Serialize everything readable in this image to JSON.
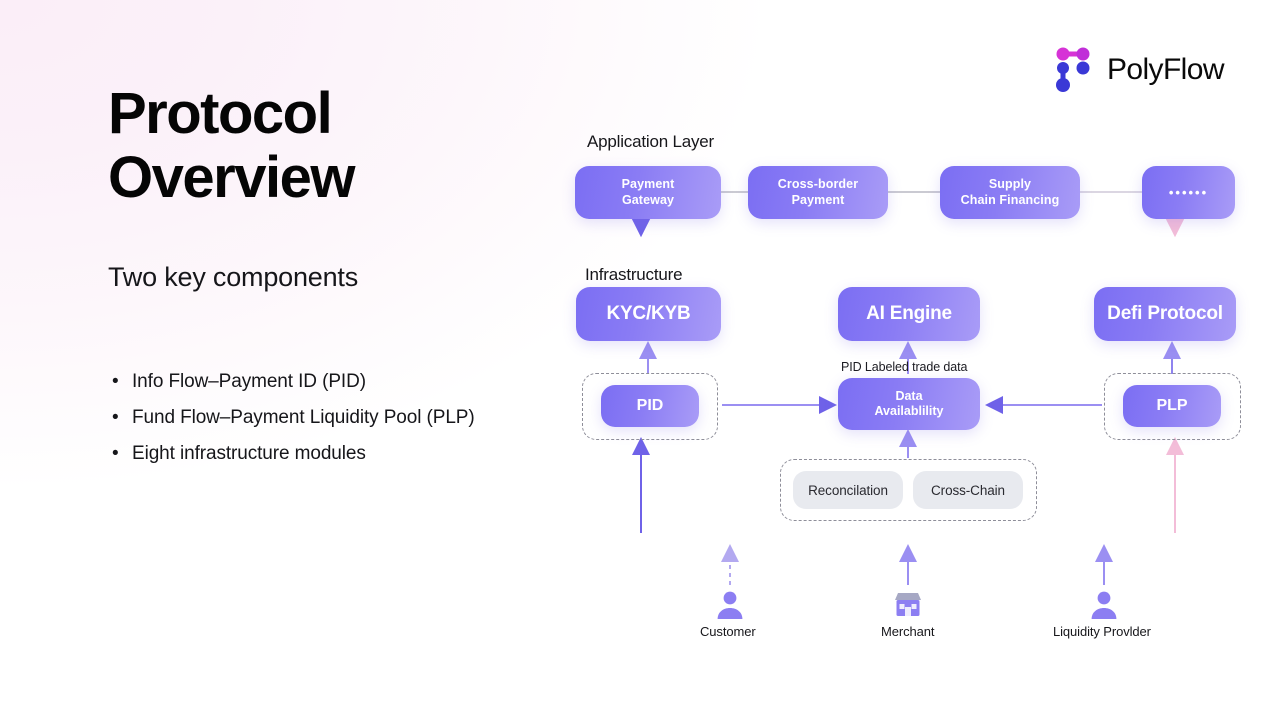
{
  "brand": {
    "name": "PolyFlow",
    "logo_icon": "polyflow-network-logo",
    "dot_top_color": "#d633d6",
    "dot_bottom_color": "#3a38d6"
  },
  "left": {
    "title": "Protocol Overview",
    "subtitle": "Two key components",
    "bullets": [
      "Info Flow–Payment ID (PID)",
      "Fund Flow–Payment Liquidity Pool (PLP)",
      "Eight infrastructure modules"
    ]
  },
  "diagram": {
    "layers": [
      {
        "name": "application-layer-label",
        "text": "Application Layer"
      },
      {
        "name": "infrastructure-label",
        "text": "Infrastructure"
      }
    ],
    "application_nodes": [
      {
        "id": "payment-gateway",
        "line1": "Payment",
        "line2": "Gateway"
      },
      {
        "id": "cross-border-payment",
        "line1": "Cross-border",
        "line2": "Payment"
      },
      {
        "id": "supply-chain-financing",
        "line1": "Supply",
        "line2": "Chain Financing"
      },
      {
        "id": "more-apps",
        "line1": "••••••",
        "line2": ""
      }
    ],
    "infrastructure_nodes": [
      {
        "id": "kyc-kyb",
        "label": "KYC/KYB"
      },
      {
        "id": "ai-engine",
        "label": "AI Engine"
      },
      {
        "id": "defi-protocol",
        "label": "Defi Protocol"
      }
    ],
    "core_nodes": [
      {
        "id": "pid",
        "label": "PID"
      },
      {
        "id": "data-availability",
        "line1": "Data",
        "line2": "Availablility"
      },
      {
        "id": "plp",
        "label": "PLP"
      }
    ],
    "module_chips": [
      {
        "id": "reconciliation",
        "label": "Reconcilation"
      },
      {
        "id": "cross-chain",
        "label": "Cross-Chain"
      }
    ],
    "annotations": [
      {
        "id": "pid-labeled-trade-data",
        "text": "PID Labeled trade data"
      }
    ],
    "actors": [
      {
        "id": "customer",
        "label": "Customer",
        "icon": "person-icon"
      },
      {
        "id": "merchant",
        "label": "Merchant",
        "icon": "store-icon"
      },
      {
        "id": "liquidity-provider",
        "label": "Liquidity Provlder",
        "icon": "person-icon"
      }
    ]
  },
  "colors": {
    "node_gradient_start": "#7b6ef3",
    "node_gradient_end": "#a99cf7",
    "arrow_purple": "#7b6ef3",
    "arrow_pink": "#f4c3dd",
    "chip_bg": "#e8eaef",
    "dashed_border": "#8e8e99"
  }
}
